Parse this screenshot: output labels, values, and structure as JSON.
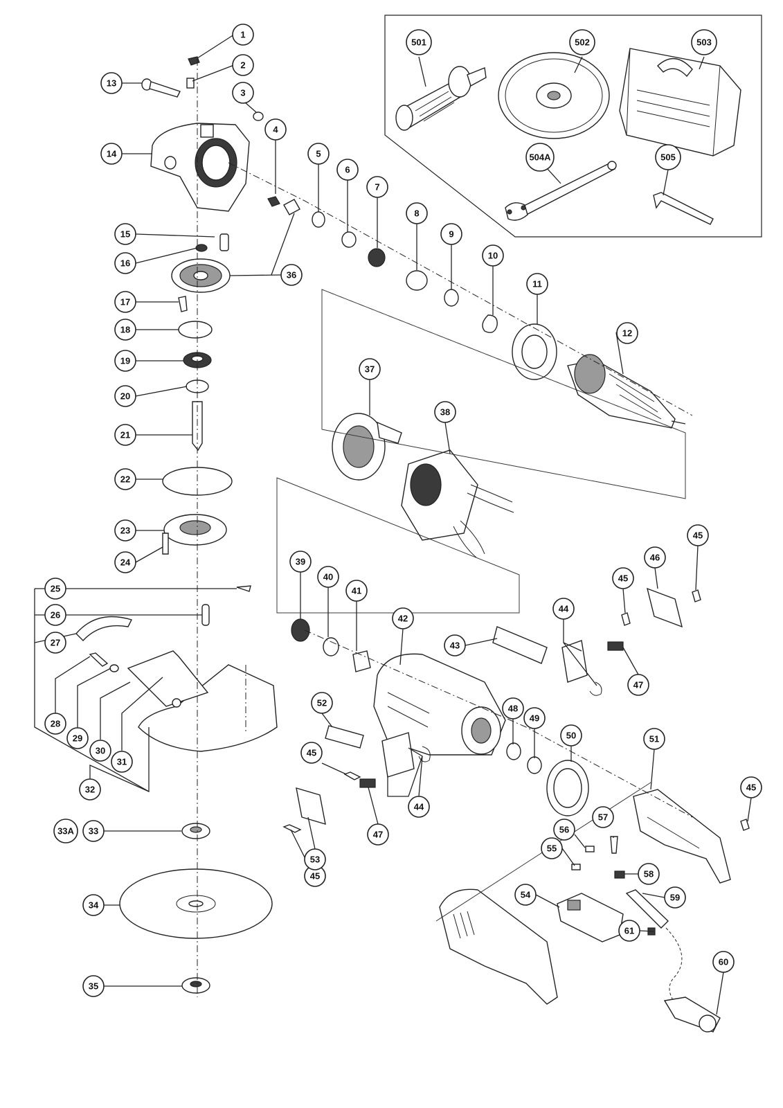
{
  "diagram": {
    "callouts": [
      {
        "label": "1"
      },
      {
        "label": "2"
      },
      {
        "label": "3"
      },
      {
        "label": "4"
      },
      {
        "label": "5"
      },
      {
        "label": "6"
      },
      {
        "label": "7"
      },
      {
        "label": "8"
      },
      {
        "label": "9"
      },
      {
        "label": "10"
      },
      {
        "label": "11"
      },
      {
        "label": "12"
      },
      {
        "label": "13"
      },
      {
        "label": "14"
      },
      {
        "label": "15"
      },
      {
        "label": "16"
      },
      {
        "label": "17"
      },
      {
        "label": "18"
      },
      {
        "label": "19"
      },
      {
        "label": "20"
      },
      {
        "label": "21"
      },
      {
        "label": "22"
      },
      {
        "label": "23"
      },
      {
        "label": "24"
      },
      {
        "label": "25"
      },
      {
        "label": "26"
      },
      {
        "label": "27"
      },
      {
        "label": "28"
      },
      {
        "label": "29"
      },
      {
        "label": "30"
      },
      {
        "label": "31"
      },
      {
        "label": "32"
      },
      {
        "label": "33"
      },
      {
        "label": "33A"
      },
      {
        "label": "34"
      },
      {
        "label": "35"
      },
      {
        "label": "36"
      },
      {
        "label": "37"
      },
      {
        "label": "38"
      },
      {
        "label": "39"
      },
      {
        "label": "40"
      },
      {
        "label": "41"
      },
      {
        "label": "42"
      },
      {
        "label": "43"
      },
      {
        "label": "44"
      },
      {
        "label": "44"
      },
      {
        "label": "45"
      },
      {
        "label": "45"
      },
      {
        "label": "45"
      },
      {
        "label": "45"
      },
      {
        "label": "45"
      },
      {
        "label": "46"
      },
      {
        "label": "47"
      },
      {
        "label": "47"
      },
      {
        "label": "48"
      },
      {
        "label": "49"
      },
      {
        "label": "50"
      },
      {
        "label": "51"
      },
      {
        "label": "52"
      },
      {
        "label": "53"
      },
      {
        "label": "54"
      },
      {
        "label": "55"
      },
      {
        "label": "56"
      },
      {
        "label": "57"
      },
      {
        "label": "58"
      },
      {
        "label": "59"
      },
      {
        "label": "60"
      },
      {
        "label": "61"
      },
      {
        "label": "501"
      },
      {
        "label": "502"
      },
      {
        "label": "503"
      },
      {
        "label": "504A"
      },
      {
        "label": "505"
      }
    ]
  }
}
